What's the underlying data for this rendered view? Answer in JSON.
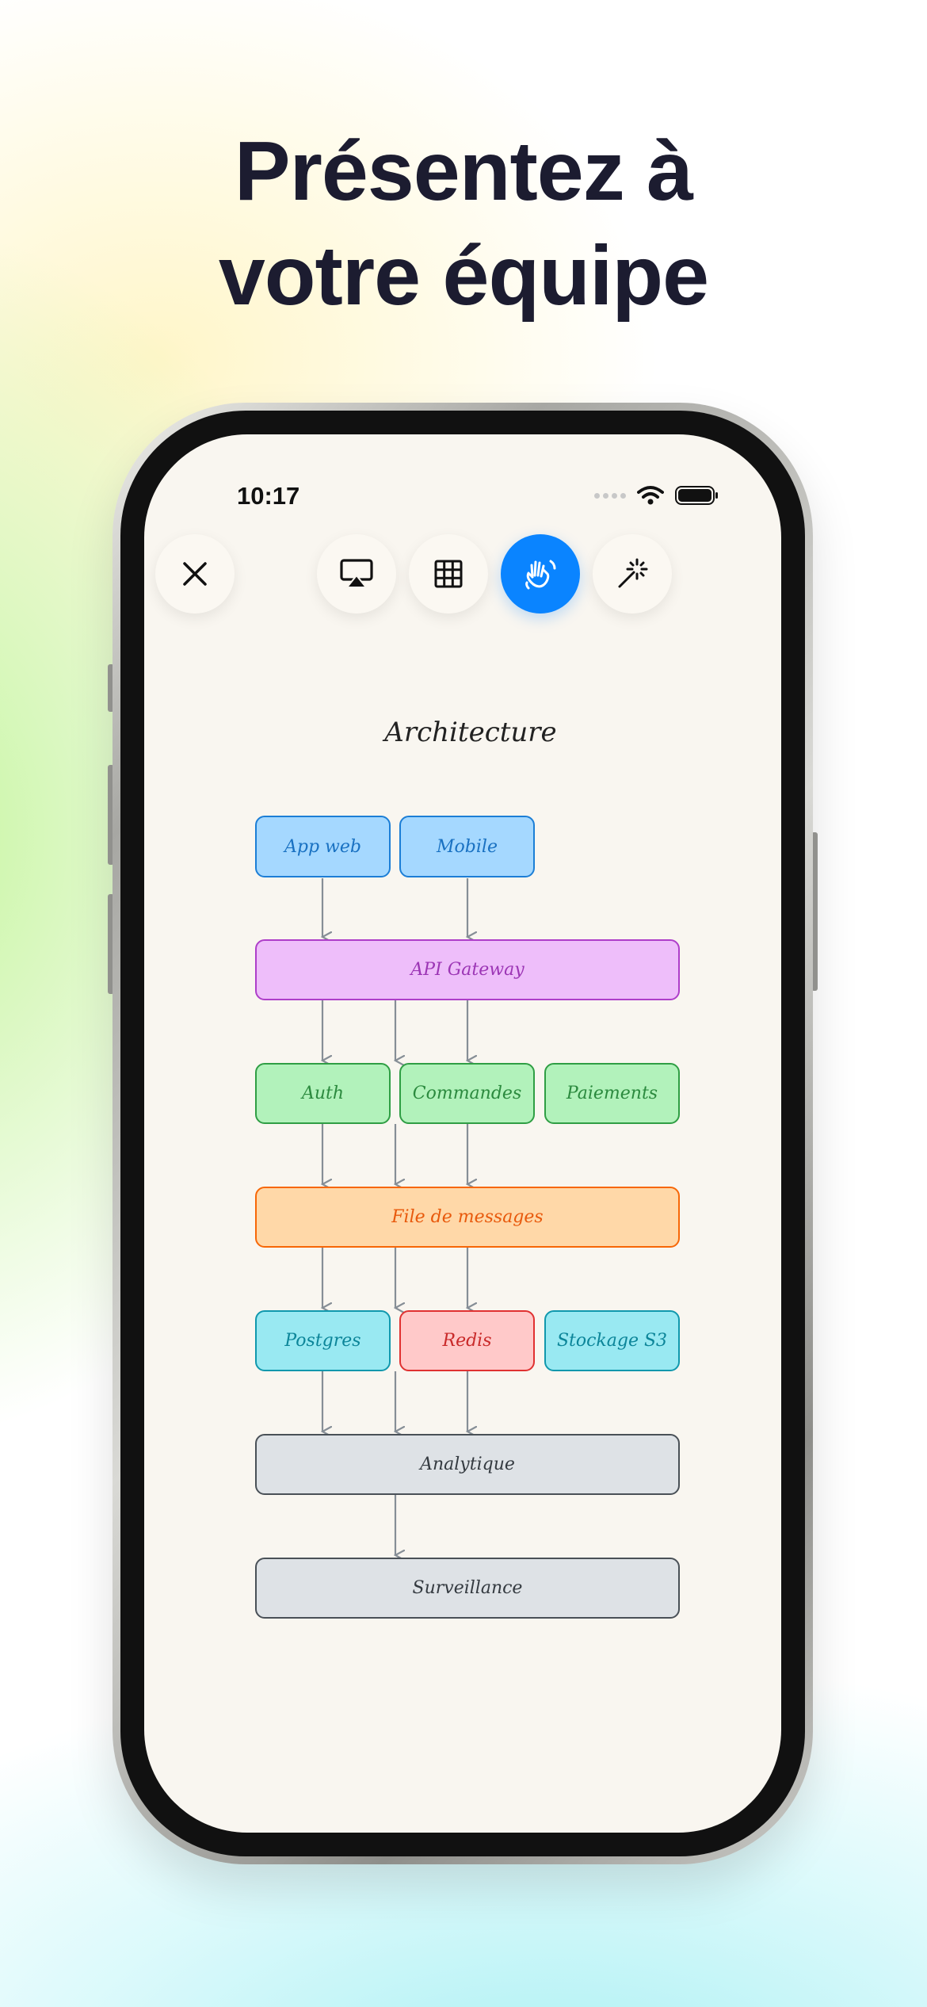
{
  "headline": {
    "line1": "Présentez à",
    "line2": "votre équipe"
  },
  "status_bar": {
    "time": "10:17"
  },
  "toolbar": {
    "close_icon": "close-icon",
    "buttons": [
      "airplay-icon",
      "grid-icon",
      "hand-wave-icon",
      "magic-wand-icon"
    ],
    "active_button": "hand-wave-icon",
    "accent_color": "#0a84ff"
  },
  "diagram": {
    "title": "Architecture",
    "nodes": {
      "app_web": "App web",
      "mobile": "Mobile",
      "api_gateway": "API Gateway",
      "auth": "Auth",
      "commandes": "Commandes",
      "paiements": "Paiements",
      "file_messages": "File de messages",
      "postgres": "Postgres",
      "redis": "Redis",
      "stockage_s3": "Stockage S3",
      "analytique": "Analytique",
      "surveillance": "Surveillance"
    }
  }
}
